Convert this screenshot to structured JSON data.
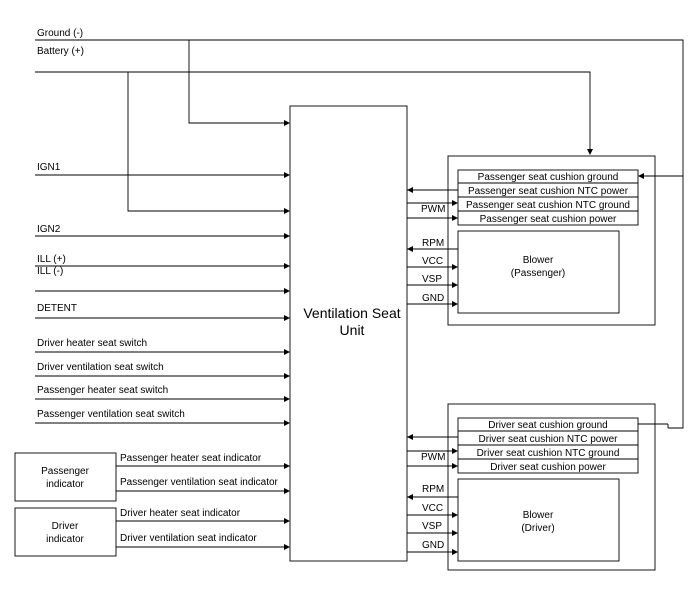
{
  "supply": {
    "ground": "Ground (-)",
    "battery": "Battery (+)"
  },
  "inputs": {
    "ign1": "IGN1",
    "ign2": "IGN2",
    "ill_plus": "ILL (+)",
    "ill_minus": "ILL (-)",
    "detent": "DETENT",
    "driver_heater_switch": "Driver heater seat switch",
    "driver_vent_switch": "Driver ventilation seat switch",
    "pass_heater_switch": "Passenger heater seat switch",
    "pass_vent_switch": "Passenger ventilation seat switch"
  },
  "indicators": {
    "passenger_box": [
      "Passenger",
      "indicator"
    ],
    "driver_box": [
      "Driver",
      "indicator"
    ],
    "pass_heater": "Passenger heater seat indicator",
    "pass_vent": "Passenger ventilation seat indicator",
    "driver_heater": "Driver heater seat indicator",
    "driver_vent": "Driver ventilation seat indicator"
  },
  "unit": {
    "line1": "Ventilation Seat",
    "line2": "Unit"
  },
  "passenger_module": {
    "cushion_rows": [
      "Passenger seat cushion ground",
      "Passenger seat cushion NTC power",
      "Passenger seat cushion NTC ground",
      "Passenger seat cushion power"
    ],
    "blower": [
      "Blower",
      "(Passenger)"
    ],
    "pwm": "PWM",
    "rpm": "RPM",
    "vcc": "VCC",
    "vsp": "VSP",
    "gnd": "GND"
  },
  "driver_module": {
    "cushion_rows": [
      "Driver seat cushion ground",
      "Driver seat cushion NTC power",
      "Driver seat cushion NTC ground",
      "Driver seat cushion power"
    ],
    "blower": [
      "Blower",
      "(Driver)"
    ],
    "pwm": "PWM",
    "rpm": "RPM",
    "vcc": "VCC",
    "vsp": "VSP",
    "gnd": "GND"
  }
}
